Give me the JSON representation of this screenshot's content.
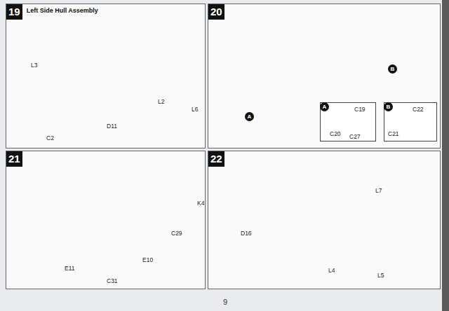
{
  "diagram": {
    "nodes": [
      {
        "text": [
          "19",
          "Left Side Hull Assembly"
        ]
      },
      {
        "text": [
          "20"
        ]
      },
      {
        "text": [
          "A"
        ],
        "in": 1
      },
      {
        "text": [
          "B"
        ],
        "in": 1
      },
      {
        "text": [
          "21"
        ]
      },
      {
        "text": [
          "22"
        ]
      }
    ],
    "labels": [
      "L3",
      "L2",
      "L6",
      "D11",
      "C2",
      "A",
      "B",
      "C27",
      "C19",
      "C20",
      "C22",
      "C21",
      "C29",
      "K4",
      "E10",
      "C31",
      "E11",
      "L7",
      "D16",
      "L4",
      "L5",
      "9"
    ]
  }
}
